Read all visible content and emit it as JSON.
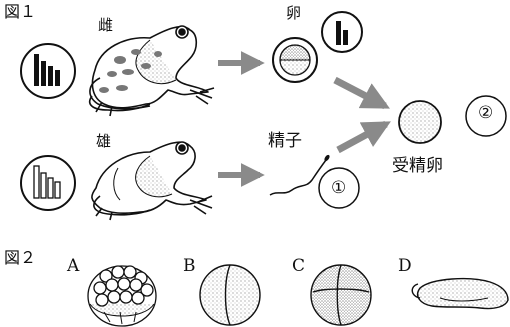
{
  "figure1": {
    "label": "図１",
    "female_label": "雌",
    "male_label": "雄",
    "egg_label": "卵",
    "sperm_label": "精子",
    "fertilized_label": "受精卵",
    "circle_1": "①",
    "circle_2": "②"
  },
  "figure2": {
    "label": "図２",
    "stages": [
      {
        "letter": "A"
      },
      {
        "letter": "B"
      },
      {
        "letter": "C"
      },
      {
        "letter": "D"
      }
    ]
  },
  "colors": {
    "ink": "#111111",
    "arrow": "#8a8a8a",
    "frog_spots": "#5a5a5a"
  }
}
